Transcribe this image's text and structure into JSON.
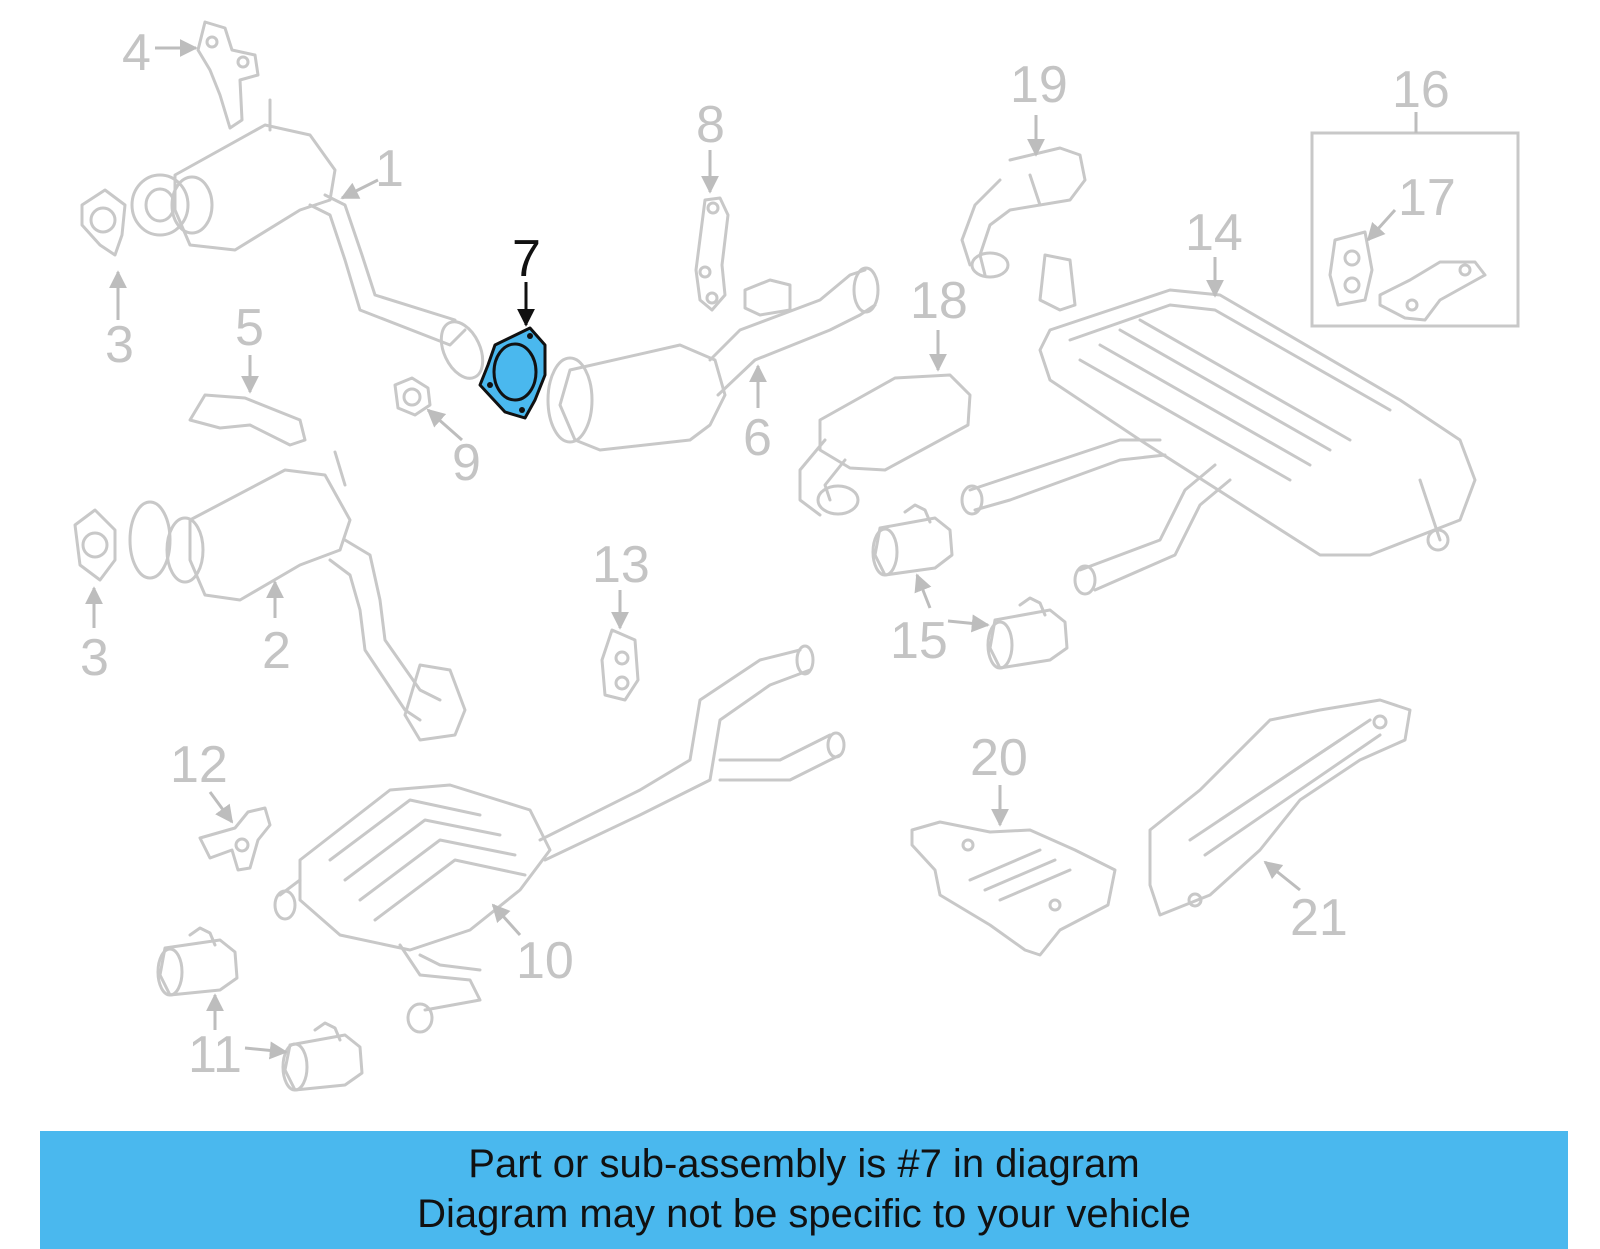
{
  "labels": [
    "1",
    "2",
    "3",
    "3",
    "4",
    "5",
    "6",
    "7",
    "8",
    "9",
    "10",
    "11",
    "12",
    "13",
    "14",
    "15",
    "16",
    "17",
    "18",
    "19",
    "20",
    "21"
  ],
  "highlighted_part": "7",
  "colors": {
    "highlight": "#4ab8ee",
    "banner": "#4ab8ee",
    "line_art": "#c8c8c8"
  },
  "banner": {
    "line1": "Part or sub-assembly is #7 in diagram",
    "line2": "Diagram may not be specific to your vehicle"
  }
}
